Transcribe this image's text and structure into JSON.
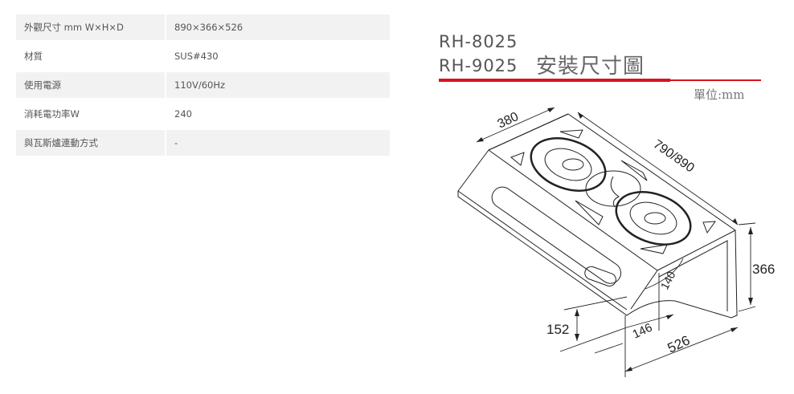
{
  "specs": [
    {
      "label": "外觀尺寸 mm W×H×D",
      "value": "890×366×526"
    },
    {
      "label": "材質",
      "value": "SUS#430"
    },
    {
      "label": "使用電源",
      "value": "110V/60Hz"
    },
    {
      "label": "消耗電功率W",
      "value": "240"
    },
    {
      "label": "與瓦斯爐連動方式",
      "value": "-"
    }
  ],
  "diagram": {
    "models": [
      "RH-8025",
      "RH-9025"
    ],
    "title": "安裝尺寸圖",
    "unit": "單位:mm",
    "accent_color": "#d7141d",
    "dimensions": {
      "depth_top": "380",
      "width": "790/890",
      "height": "366",
      "front_height": "152",
      "angle": "140",
      "inner_depth": "146",
      "total_depth": "526"
    }
  }
}
